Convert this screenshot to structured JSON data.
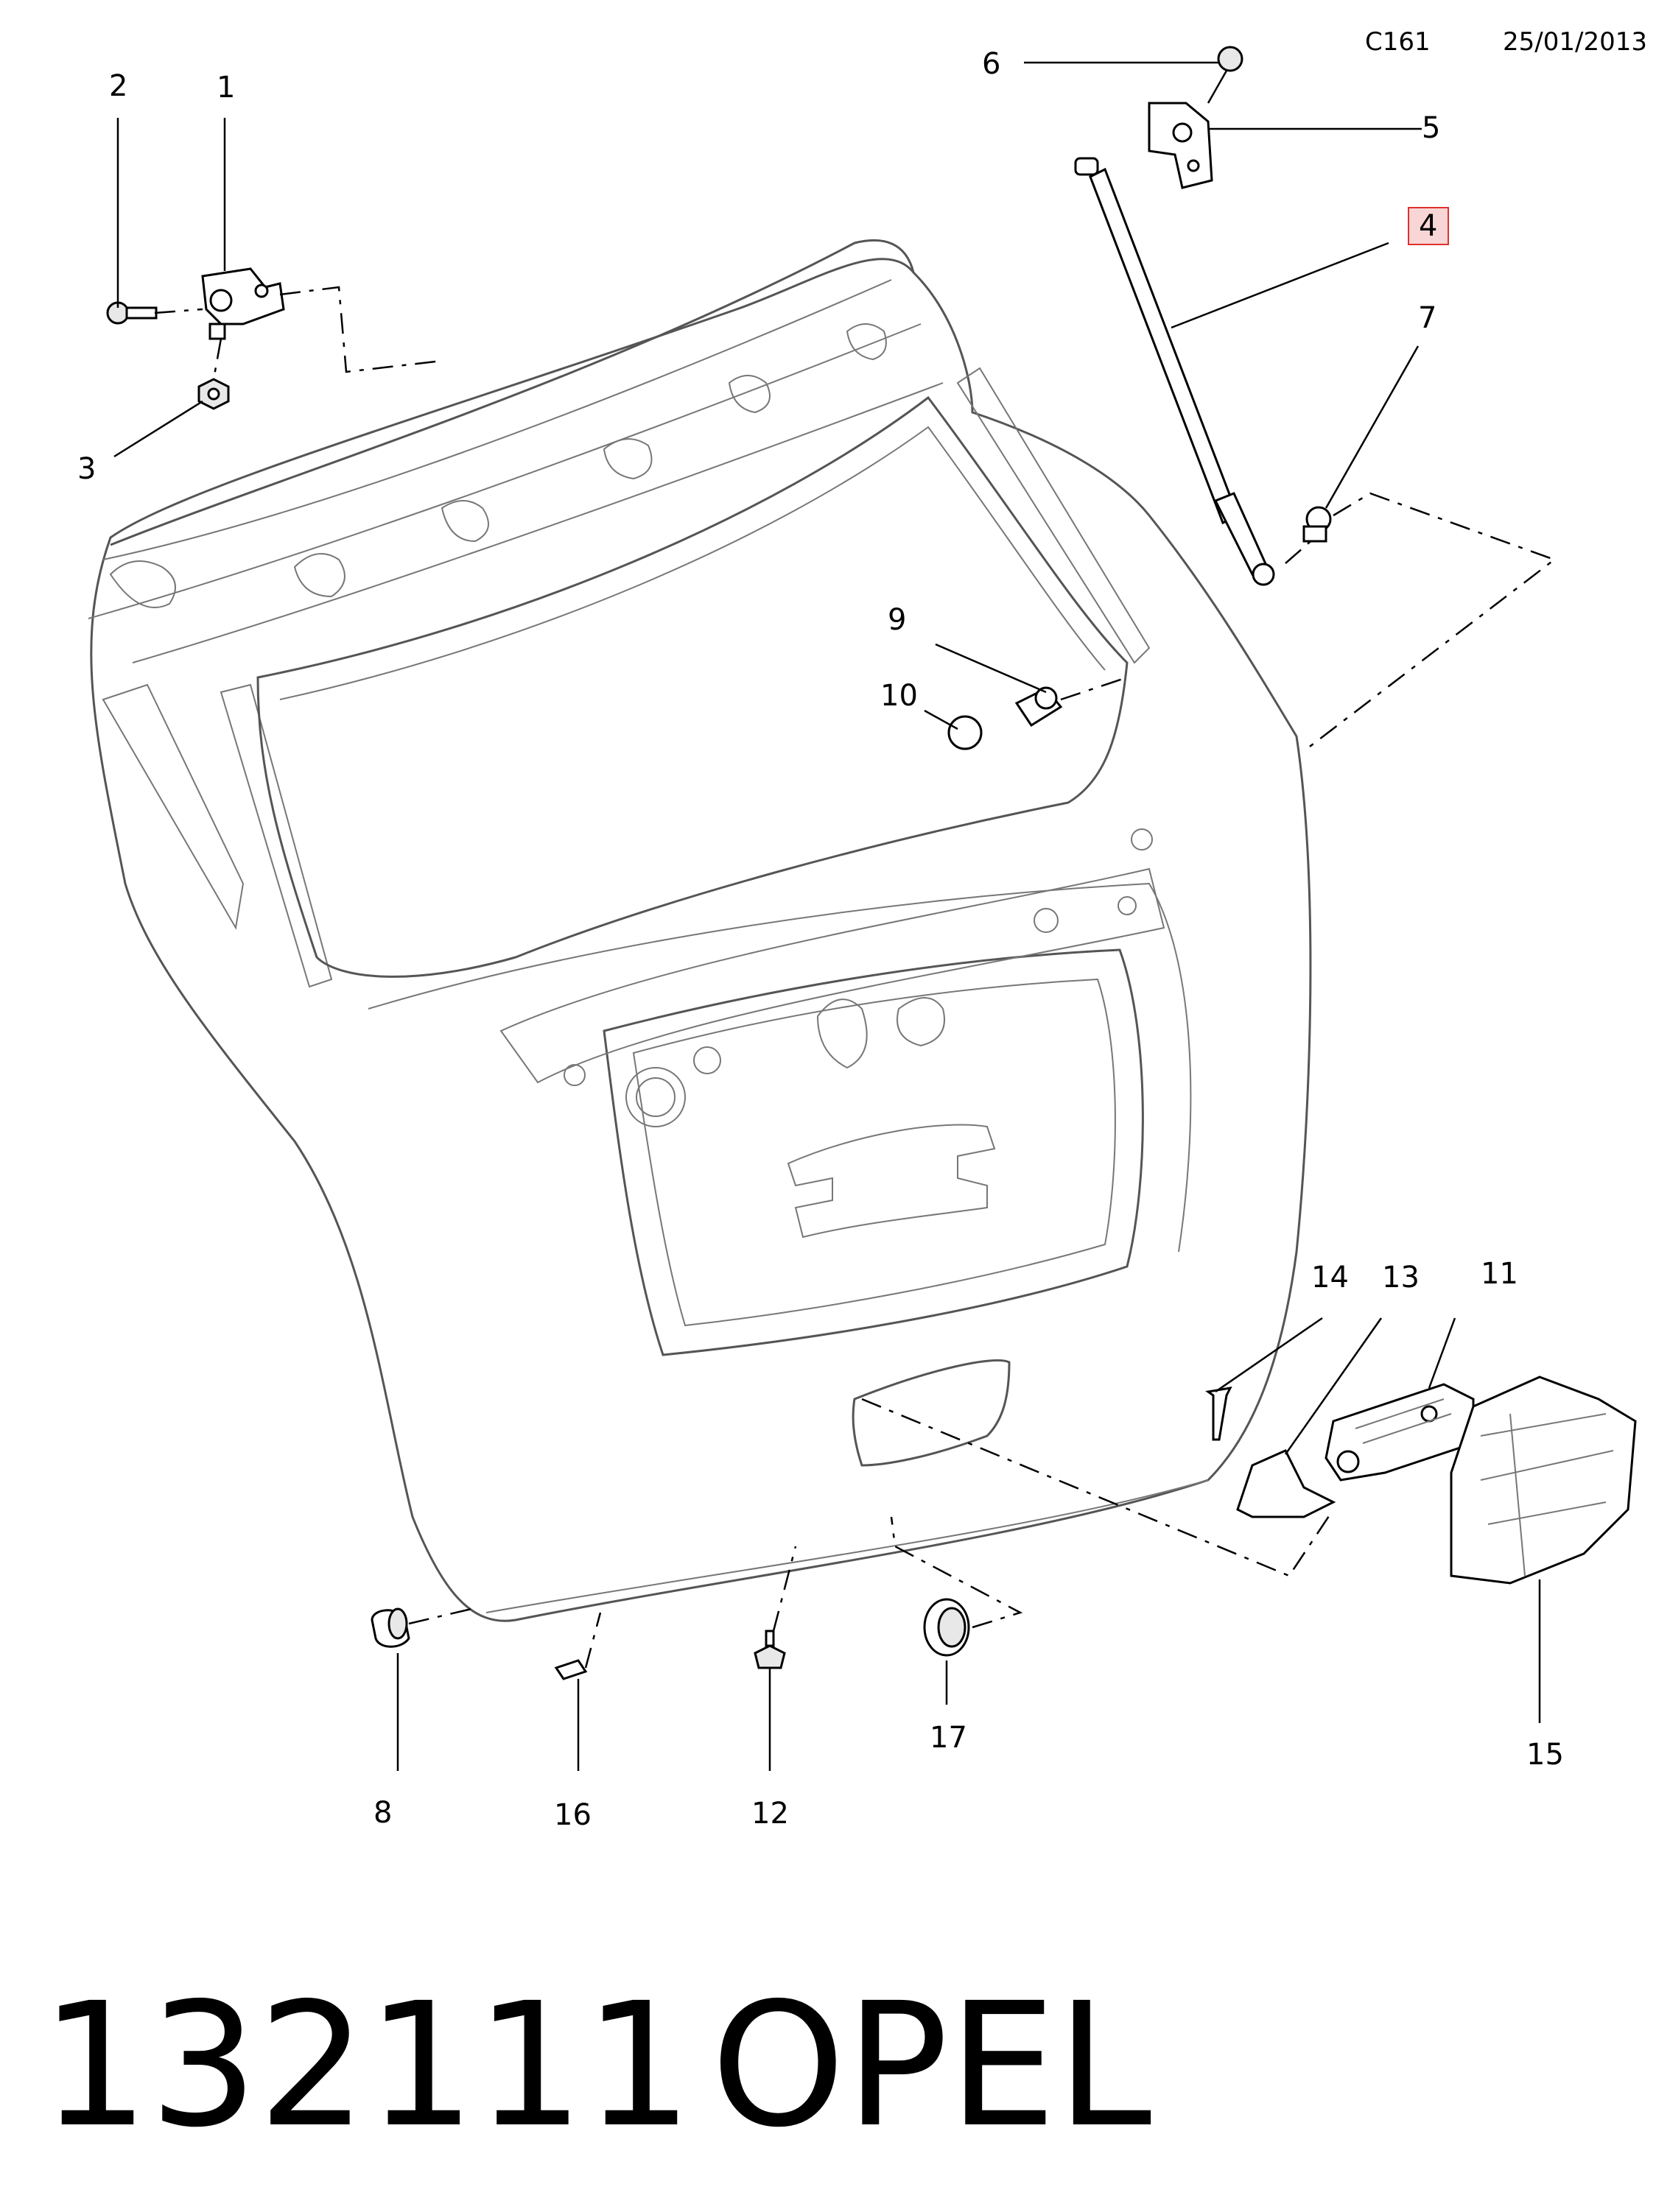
{
  "header": {
    "code": "C161",
    "date": "25/01/2013"
  },
  "footer": {
    "number": "132111",
    "brand": "OPEL"
  },
  "highlight_color": "#f9d6d6",
  "callouts": {
    "c1": "1",
    "c2": "2",
    "c3": "3",
    "c4": "4",
    "c5": "5",
    "c6": "6",
    "c7": "7",
    "c8": "8",
    "c9": "9",
    "c10": "10",
    "c11": "11",
    "c12": "12",
    "c13": "13",
    "c14": "14",
    "c15": "15",
    "c16": "16",
    "c17": "17"
  }
}
